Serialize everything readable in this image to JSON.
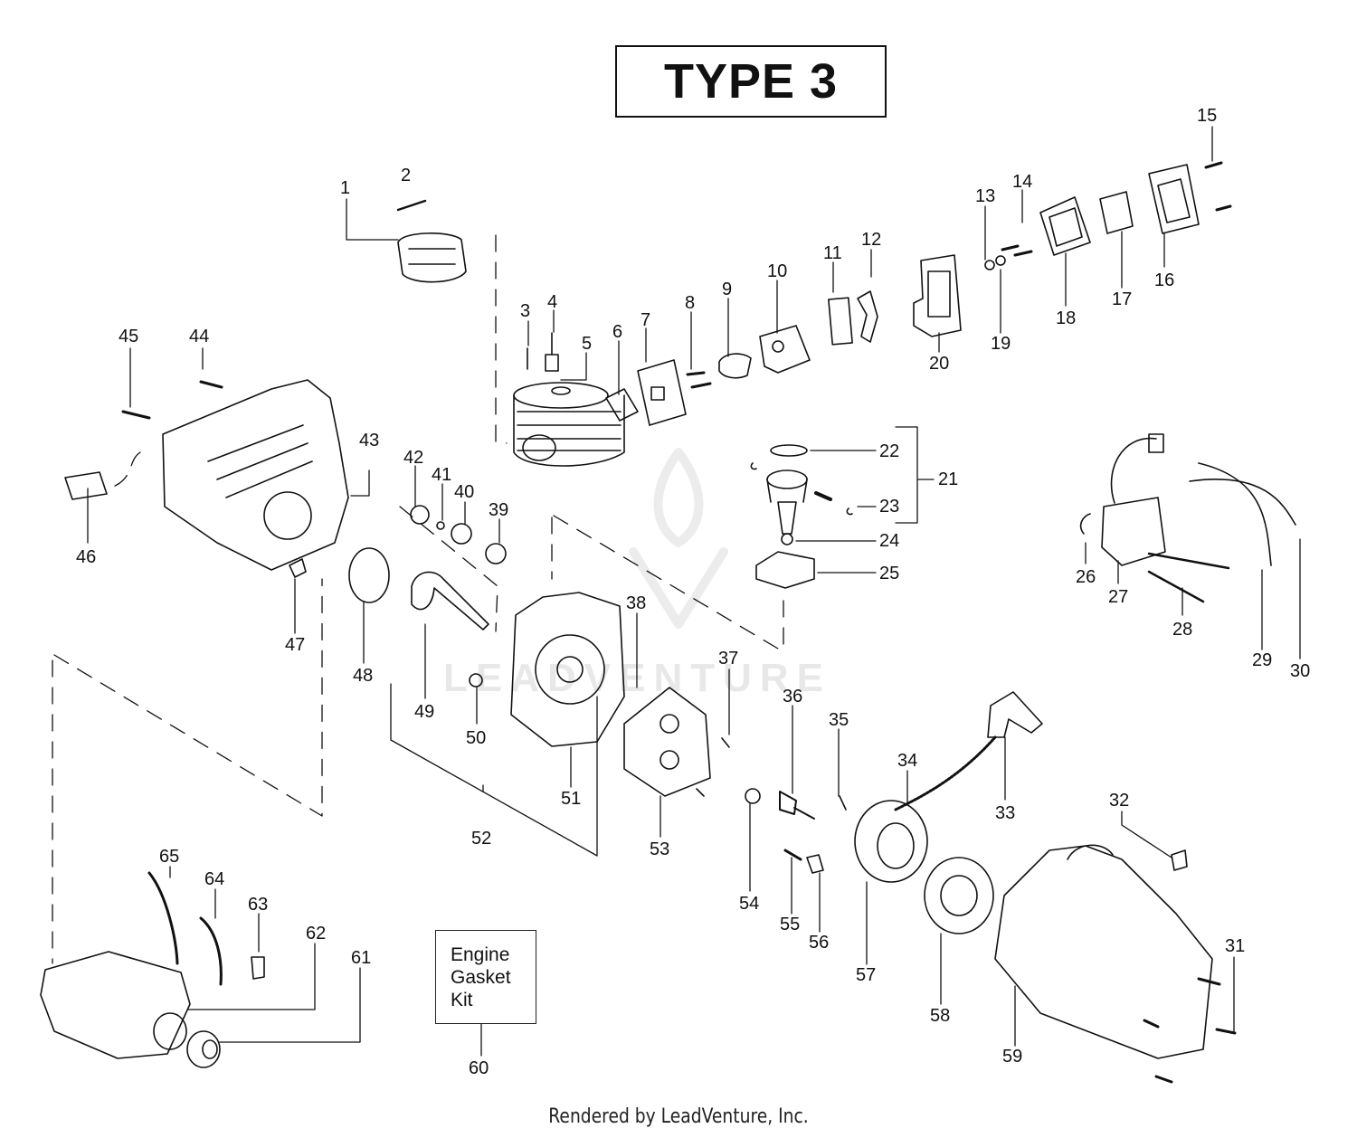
{
  "title": "TYPE 3",
  "kit_label": [
    "Engine",
    "Gasket",
    "Kit"
  ],
  "footer": "Rendered by LeadVenture, Inc.",
  "watermark": "LEADVENTURE",
  "part_numbers": [
    "1",
    "2",
    "3",
    "4",
    "5",
    "6",
    "7",
    "8",
    "9",
    "10",
    "11",
    "12",
    "13",
    "14",
    "15",
    "16",
    "17",
    "18",
    "19",
    "20",
    "21",
    "22",
    "23",
    "24",
    "25",
    "26",
    "27",
    "28",
    "29",
    "30",
    "31",
    "32",
    "33",
    "34",
    "35",
    "36",
    "37",
    "38",
    "39",
    "40",
    "41",
    "42",
    "43",
    "44",
    "45",
    "46",
    "47",
    "48",
    "49",
    "50",
    "51",
    "52",
    "53",
    "54",
    "55",
    "56",
    "57",
    "58",
    "59",
    "60",
    "61",
    "62",
    "63",
    "64",
    "65"
  ],
  "colors": {
    "ink": "#111111",
    "watermark": "#e8e8e8"
  }
}
